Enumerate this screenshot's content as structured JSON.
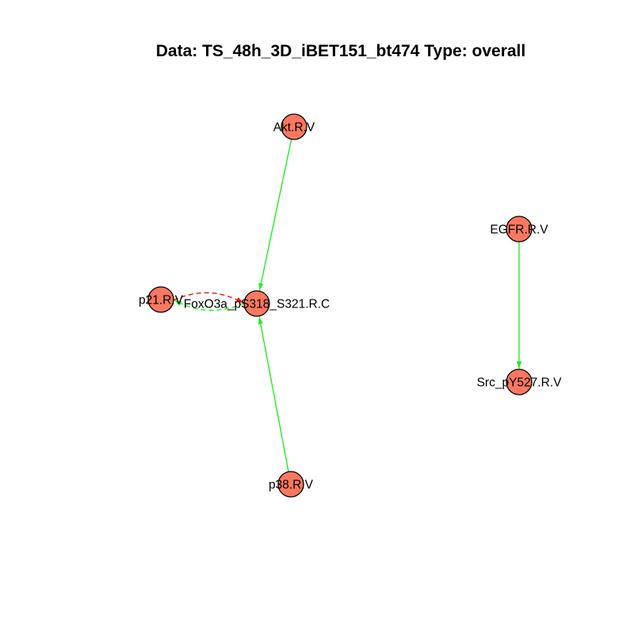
{
  "title": "Data: TS_48h_3D_iBET151_bt474 Type: overall",
  "colors": {
    "node_fill": "#FA7860",
    "node_stroke": "#000000",
    "edge_green": "#22EE22",
    "edge_red": "#EE1111"
  },
  "nodes": [
    {
      "id": "akt",
      "label": "Akt.R.V"
    },
    {
      "id": "foxo",
      "label": "FoxO3a_pS318_S321.R.C"
    },
    {
      "id": "p21",
      "label": "p21.R.V"
    },
    {
      "id": "p38",
      "label": "p38.R.V"
    },
    {
      "id": "egfr",
      "label": "EGFR.R.V"
    },
    {
      "id": "src",
      "label": "Src_pY527.R.V"
    }
  ],
  "edges": [
    {
      "from": "akt",
      "to": "foxo",
      "color": "green",
      "style": "solid",
      "arrow": true
    },
    {
      "from": "p38",
      "to": "foxo",
      "color": "green",
      "style": "solid",
      "arrow": true
    },
    {
      "from": "egfr",
      "to": "src",
      "color": "green",
      "style": "solid",
      "arrow": true
    },
    {
      "from": "foxo",
      "to": "p21",
      "color": "green",
      "style": "dashed",
      "arrow": true
    },
    {
      "from": "p21",
      "to": "foxo",
      "color": "red",
      "style": "dashed",
      "arrow": true
    }
  ]
}
